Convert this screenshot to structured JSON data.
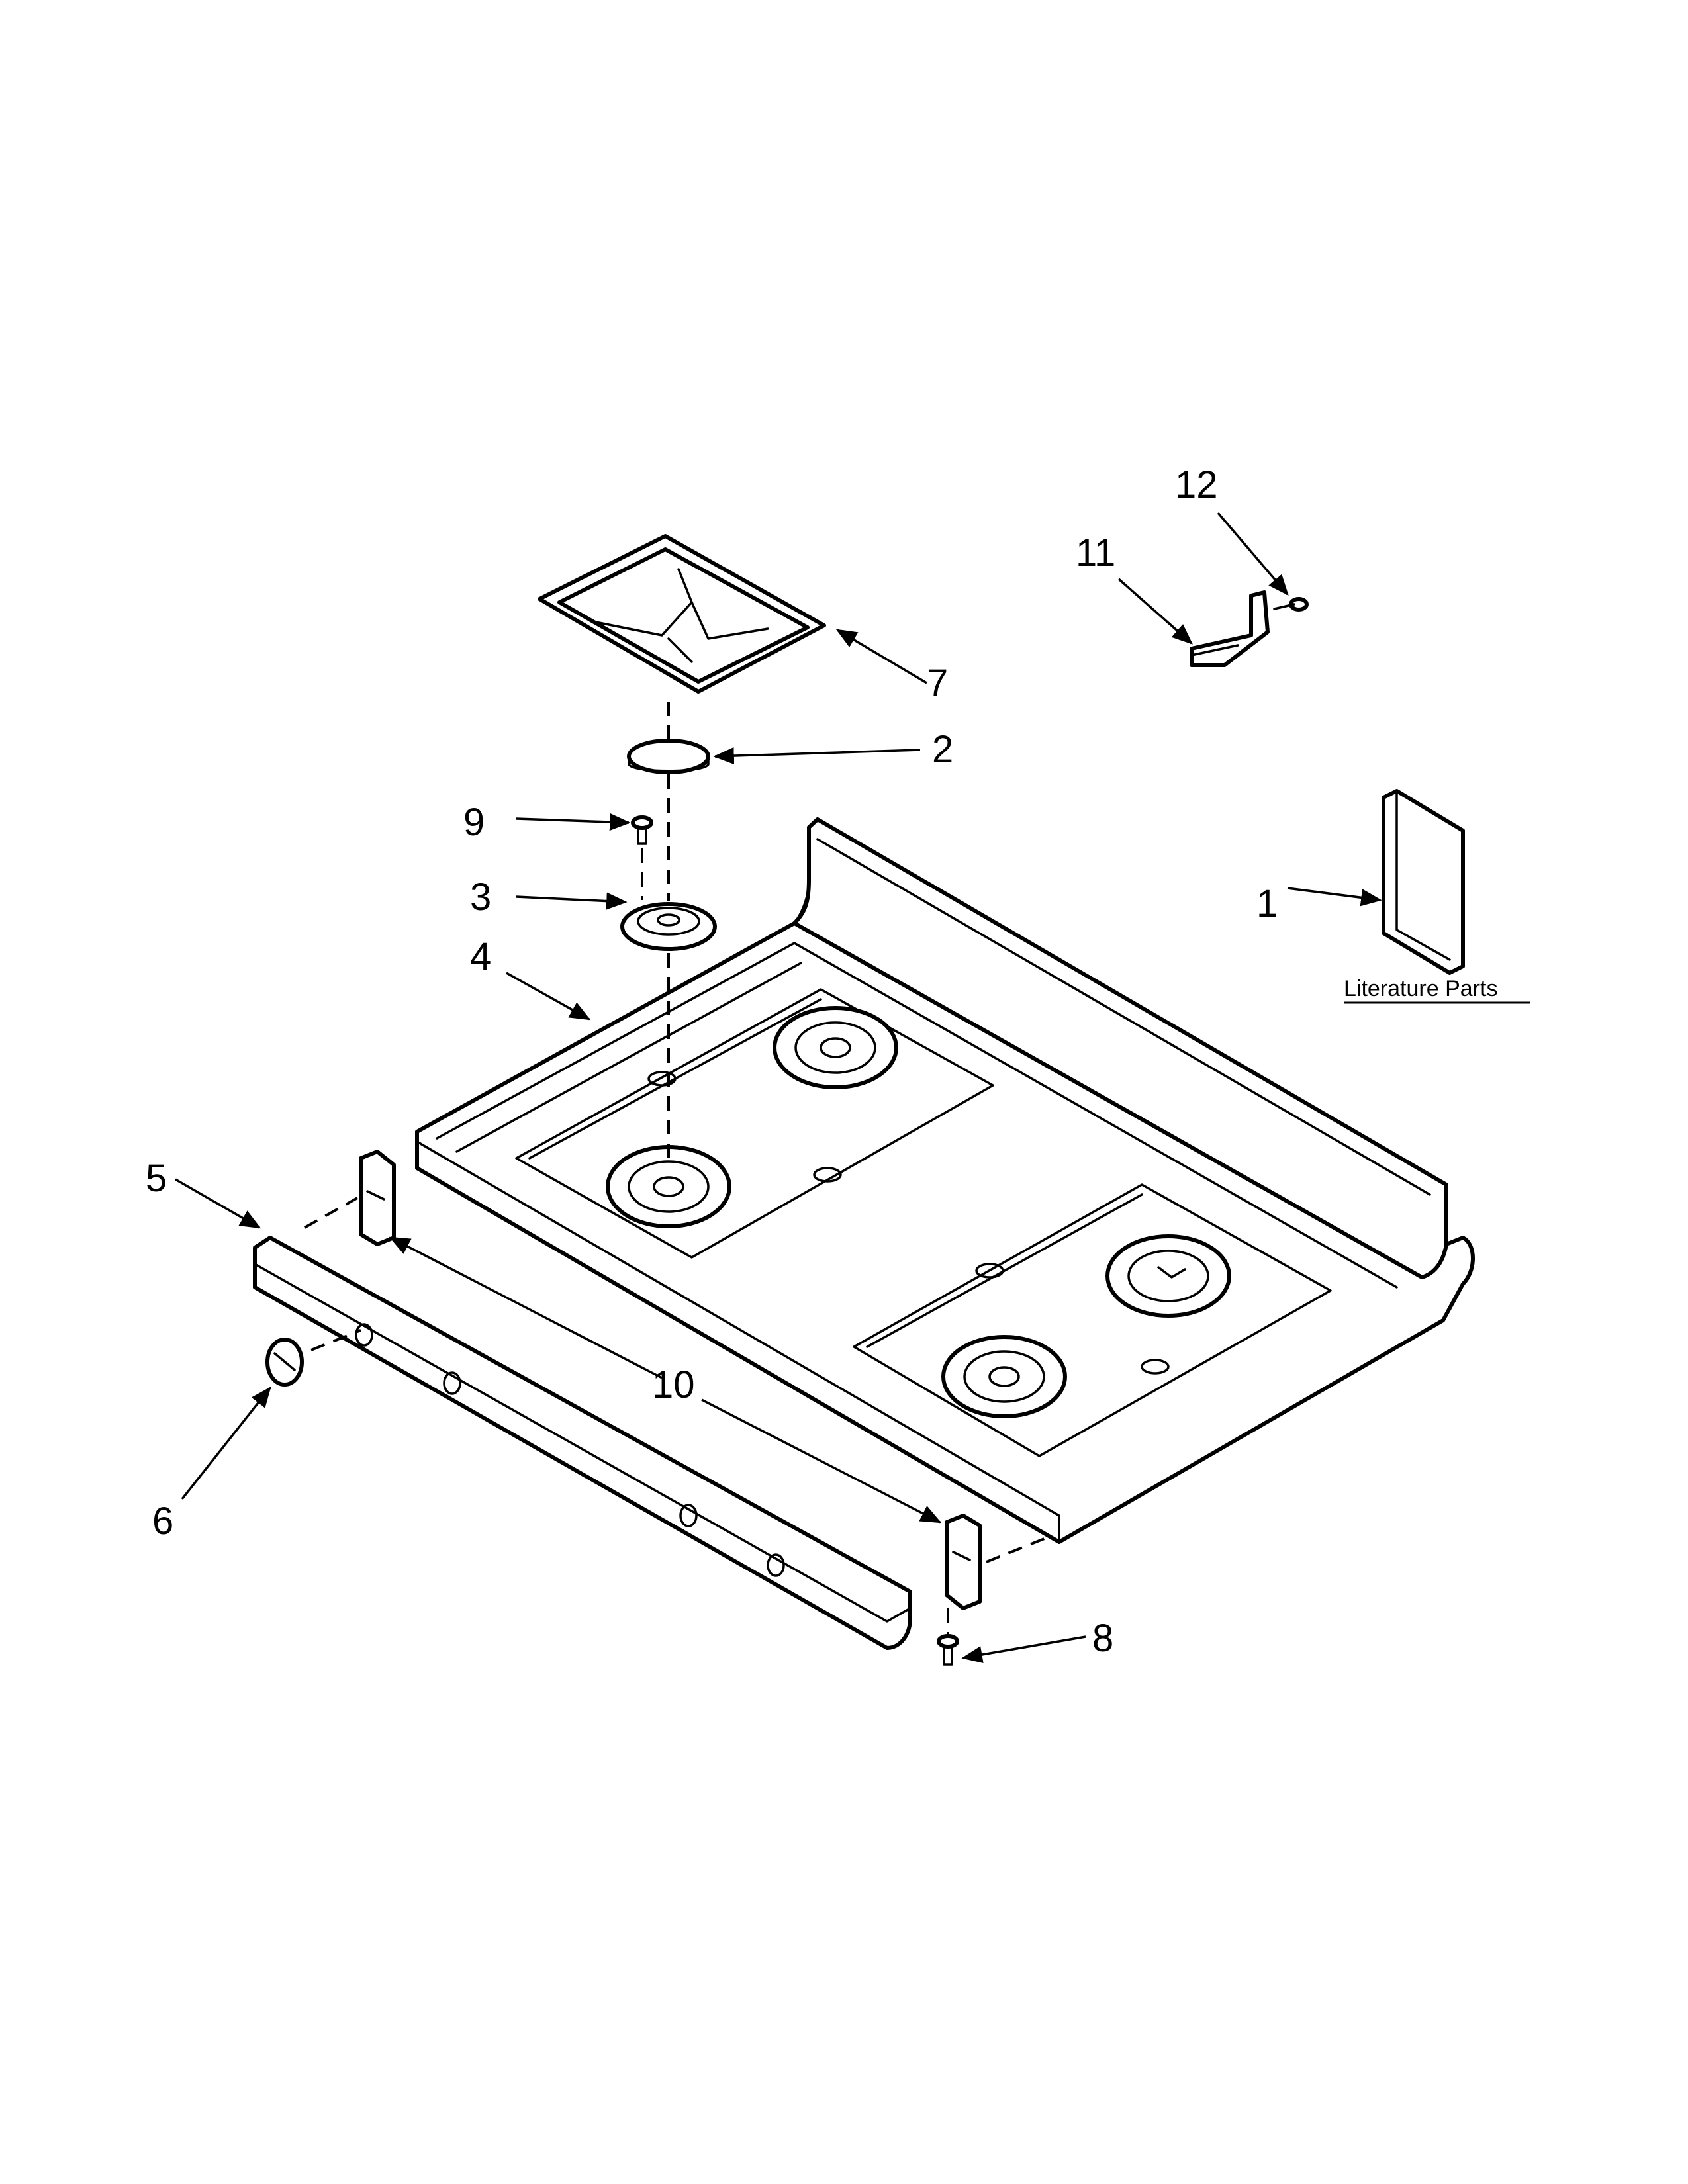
{
  "diagram": {
    "callouts": {
      "c1": "1",
      "c2": "2",
      "c3": "3",
      "c4": "4",
      "c5": "5",
      "c6": "6",
      "c7": "7",
      "c8": "8",
      "c9": "9",
      "c10": "10",
      "c11": "11",
      "c12": "12"
    },
    "literature_label": "Literature Parts"
  }
}
